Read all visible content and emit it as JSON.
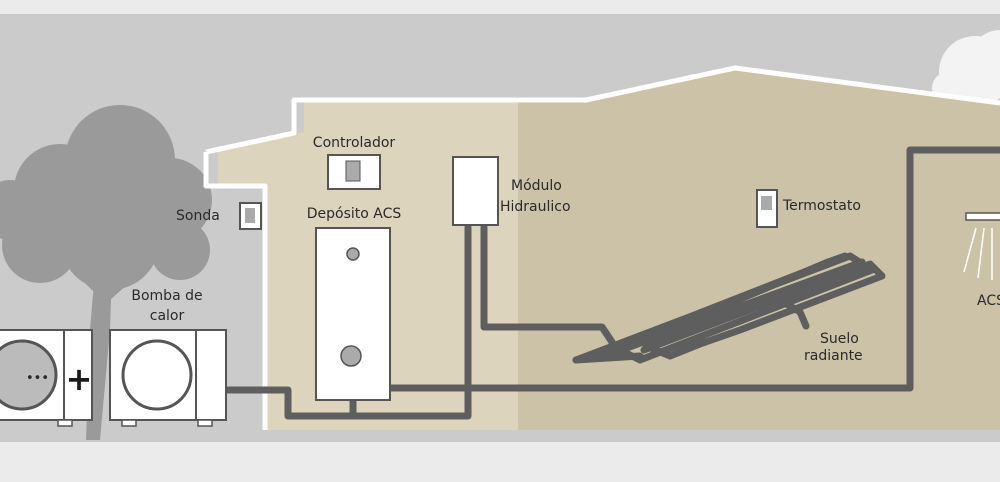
{
  "labels": {
    "controlador": "Controlador",
    "sonda": "Sonda",
    "deposito": "Depósito ACS",
    "modulo_1": "Módulo",
    "modulo_2": "Hidraulico",
    "termostato": "Termostato",
    "bomba_1": "Bomba de",
    "bomba_2": "calor",
    "suelo_1": "Suelo",
    "suelo_2": "radiante",
    "acs": "ACS",
    "plus": "+",
    "dots": "•••"
  },
  "colors": {
    "background": "#ebebeb",
    "band": "#cbcbcb",
    "house_left": "#ddd4bd",
    "house_right": "#cbc2a7",
    "tree": "#9a9a9a",
    "pipe": "#5e5e5e",
    "unit_fill": "#ffffff",
    "unit_stroke": "#555555"
  }
}
